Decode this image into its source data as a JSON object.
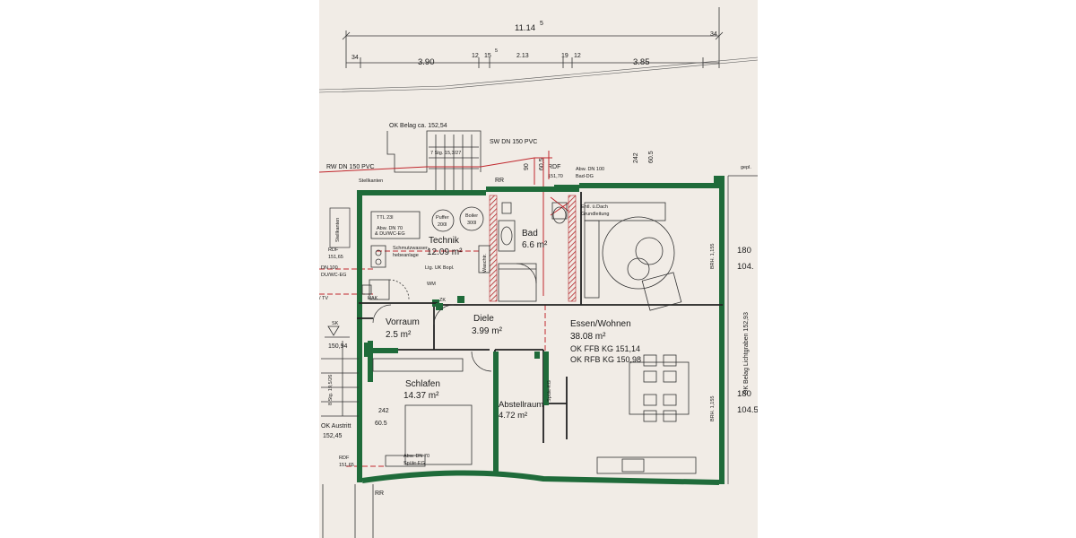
{
  "colors": {
    "paper": "#f1ece6",
    "wall_green": "#1f6b3a",
    "hatch_red": "#b3262a",
    "line": "#333333",
    "pipe_red": "#c1272d"
  },
  "dimensions": {
    "total_width": "11.14",
    "total_width_sup": "5",
    "segments": [
      "34",
      "3.90",
      "12",
      "15",
      "5",
      "2.13",
      "19",
      "12",
      "3.85",
      "34"
    ]
  },
  "exterior": {
    "ok_belag_top": "OK Belag ca. 152,54",
    "stair_top": "7 Stg. 15,3/27",
    "sw_pipe": "SW DN 150 PVC",
    "rw_pipe": "RW DN 150 PVC",
    "rr_top": "RR",
    "rr_bottom": "RR",
    "v90": "90",
    "v605_a": "60,5",
    "v242_top": "242",
    "v605_top": "60.5",
    "rdf_top_label": "RDF",
    "rdf_top_value": "151,70",
    "abw_bad_a": "Abw. DN 100",
    "abw_bad_b": "Bad-DG",
    "stellkanten_top": "Stellkanten",
    "stellkanten_side": "Stellkanten",
    "rdf_left_label": "RDF",
    "rdf_left_value": "151,65",
    "dn_left": "DN 100",
    "dn_left_b": "DU/WC-EG",
    "sk": "SK",
    "sk_value": "150,94",
    "stair_left": "8 Stg. 19,5/26",
    "ok_austritt": "OK Austritt",
    "ok_austritt_value": "152,45",
    "rdf_bottom_label": "RDF",
    "rdf_bottom_value": "151,65",
    "right_180_a": "180",
    "right_104_a": "104.",
    "right_180_b": "180",
    "right_104_b": "104.5",
    "ok_belag_right": "OK Belag Lichtgraben 152,93",
    "gepl": "gepl.",
    "left_hoehe_1": "/ TV"
  },
  "rooms": {
    "technik": {
      "name": "Technik",
      "area": "12.09 m²"
    },
    "bad": {
      "name": "Bad",
      "area": "6.6 m²"
    },
    "vorraum": {
      "name": "Vorraum",
      "area": "2.5 m²"
    },
    "diele": {
      "name": "Diele",
      "area": "3.99 m²"
    },
    "essen": {
      "name": "Essen/Wohnen",
      "area": "38.08 m²",
      "okffb": "OK FFB KG 151,14",
      "okrfb": "OK RFB KG 150,98"
    },
    "schlafen": {
      "name": "Schlafen",
      "area": "14.37 m²"
    },
    "abstell": {
      "name": "Abstellraum",
      "area": "4.72 m²"
    }
  },
  "fixtures": {
    "ttl": "TTL 23l",
    "abw_technik_a": "Abw. DN 70",
    "abw_technik_b": "& DU/WC-EG",
    "puffer_a": "Puffer",
    "puffer_b": "200l",
    "boiler_a": "Boiler",
    "boiler_b": "300l",
    "schmutzwasser_a": "Schmutzwasser-",
    "schmutzwasser_b": "hebeanlage",
    "ltg": "Ltg. UK Bopl.",
    "wm": "WM",
    "zk": "ZK",
    "hak": "HAK",
    "waschmaschine": "Waschtr.",
    "entl_a": "Entl. ü.Dach",
    "entl_b": "Grundleitung",
    "brh_top": "BRH. 1,155",
    "brh_bottom": "BRH. 1,155",
    "spule_kg": "Spüle-KG",
    "v242": "242",
    "v605": "60.5",
    "abw_bottom_a": "Abw. DN 70",
    "abw_bottom_b": "Spüle-EG"
  }
}
